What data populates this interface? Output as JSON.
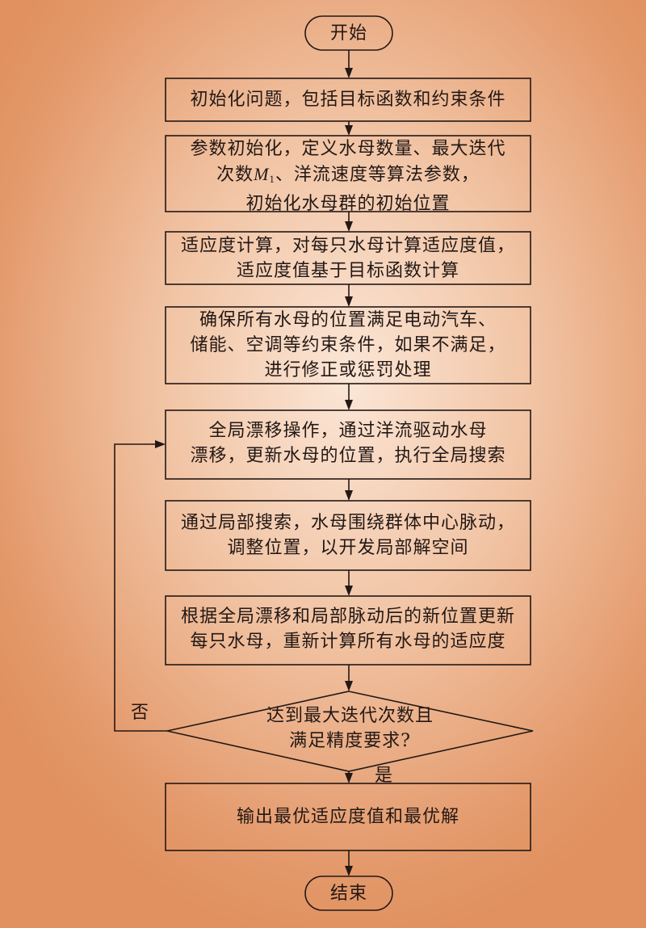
{
  "start": "开始",
  "end": "结束",
  "steps": [
    {
      "lines": [
        "初始化问题，包括目标函数和约束条件"
      ]
    },
    {
      "lines": [
        "参数初始化，定义水母数量、最大迭代",
        "",
        "初始化水母群的初始位置"
      ],
      "line2": {
        "pre": "次数",
        "var": "M",
        "sub": "1",
        "post": "、洋流速度等算法参数，"
      }
    },
    {
      "lines": [
        "适应度计算，对每只水母计算适应度值，",
        "适应度值基于目标函数计算"
      ]
    },
    {
      "lines": [
        "确保所有水母的位置满足电动汽车、",
        "储能、空调等约束条件，如果不满足，",
        "进行修正或惩罚处理"
      ]
    },
    {
      "lines": [
        "全局漂移操作，通过洋流驱动水母",
        "漂移，更新水母的位置，执行全局搜索"
      ]
    },
    {
      "lines": [
        "通过局部搜索，水母围绕群体中心脉动，",
        "调整位置，以开发局部解空间"
      ]
    },
    {
      "lines": [
        "根据全局漂移和局部脉动后的新位置更新",
        "每只水母，重新计算所有水母的适应度"
      ]
    },
    {
      "lines": [
        "输出最优适应度值和最优解"
      ]
    }
  ],
  "decision": {
    "lines": [
      "达到最大迭代次数且",
      "满足精度要求?"
    ],
    "no_label": "否",
    "yes_label": "是"
  }
}
